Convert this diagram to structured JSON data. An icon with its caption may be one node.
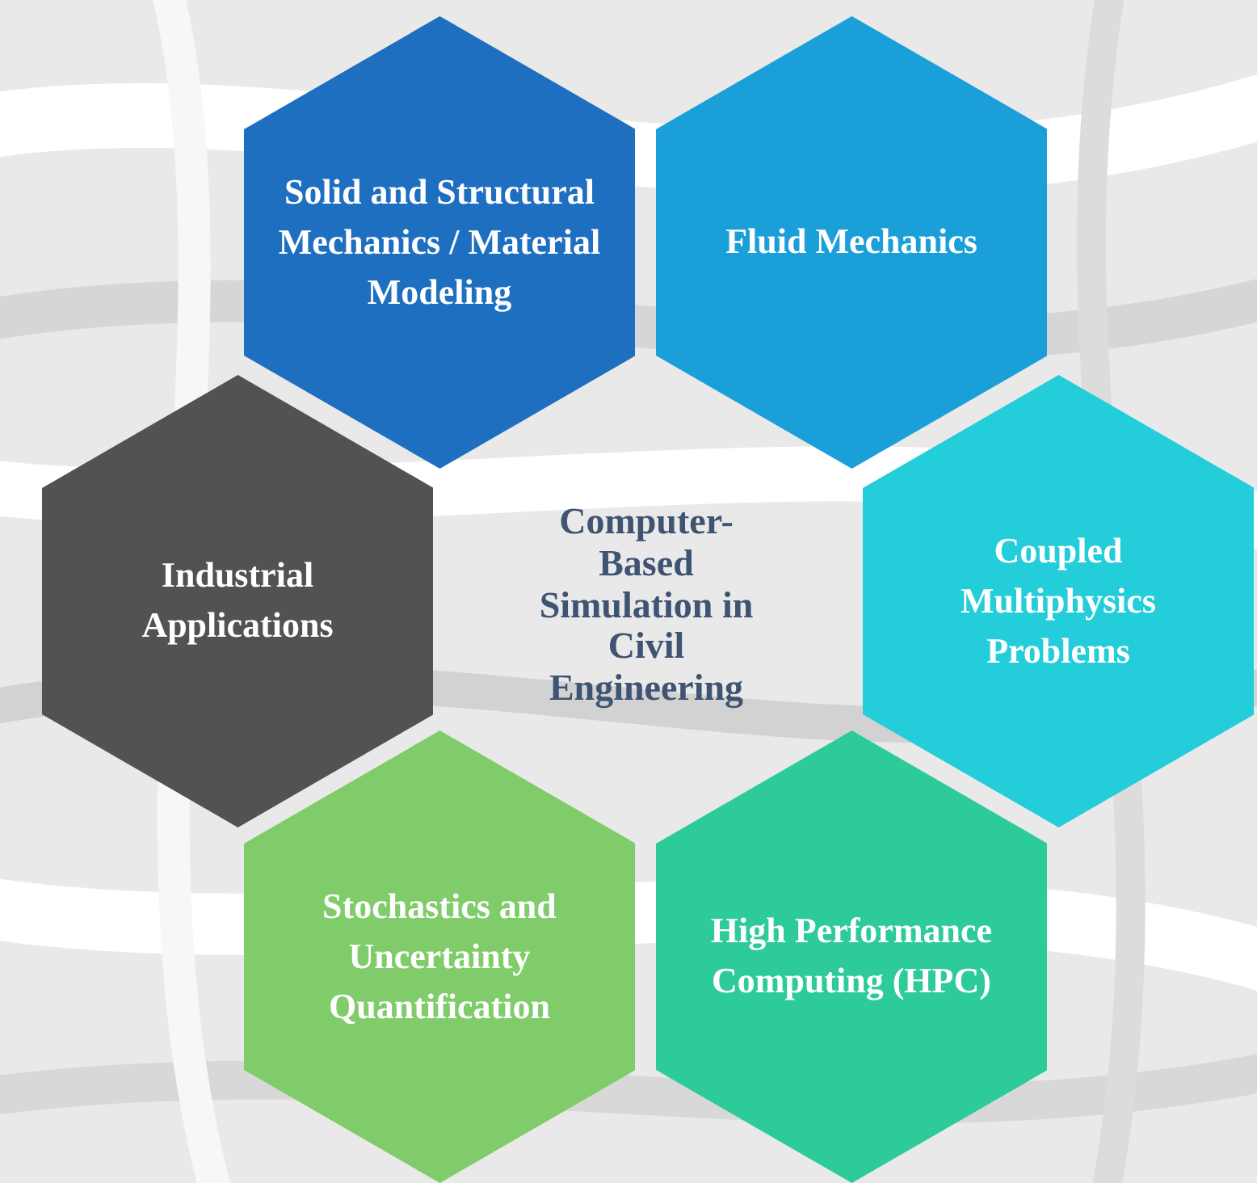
{
  "diagram": {
    "nodes": [
      {
        "text": [
          "Solid and Structural Mechanics / Material Modeling"
        ]
      },
      {
        "text": [
          "Fluid Mechanics"
        ]
      },
      {
        "text": [
          "Industrial Applications"
        ]
      },
      {
        "text": [
          "Coupled Multiphysics Problems"
        ]
      },
      {
        "text": [
          "Stochastics and Uncertainty Quantification"
        ]
      },
      {
        "text": [
          "High Performance Computing (HPC)"
        ]
      }
    ],
    "labels": [
      "Computer-Based Simulation in Civil Engineering"
    ]
  }
}
